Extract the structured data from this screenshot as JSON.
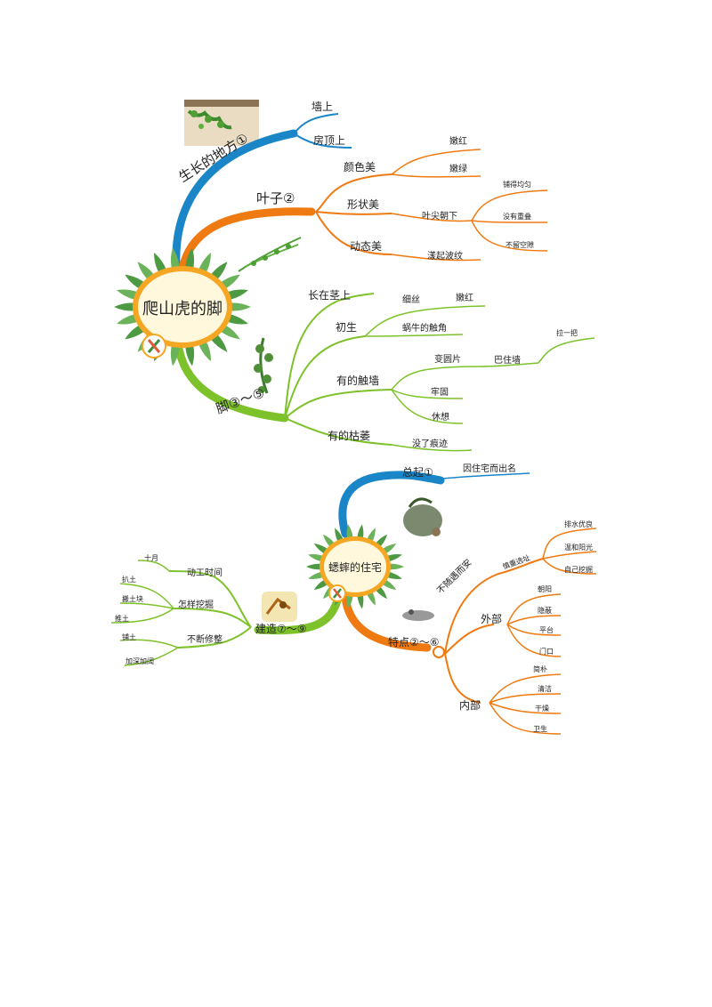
{
  "map1": {
    "center": "爬山虎的脚",
    "branches": {
      "place": {
        "label": "生长的地方①",
        "children": [
          "墙上",
          "房顶上"
        ]
      },
      "leaf": {
        "label": "叶子②",
        "color_beauty": {
          "label": "颜色美",
          "children": [
            "嫩红",
            "嫩绿"
          ]
        },
        "shape_beauty": {
          "label": "形状美",
          "sub": "叶尖朝下",
          "children": [
            "铺得均匀",
            "没有重叠",
            "不留空隙"
          ]
        },
        "motion_beauty": {
          "label": "动态美",
          "children": [
            "漾起波纹"
          ]
        }
      },
      "feet": {
        "label": "脚③～⑤",
        "grow": "长在茎上",
        "newborn": {
          "label": "初生",
          "thin": "细丝",
          "red": "嫩红",
          "antenna": "蜗牛的触角"
        },
        "touch": {
          "label": "有的触墙",
          "curve": "变圆片",
          "hold": "巴住墙",
          "pull": "拉一把",
          "firm": "牢固",
          "shake": "休想"
        },
        "wither": {
          "label": "有的枯萎",
          "trace": "没了痕迹"
        }
      }
    }
  },
  "map2": {
    "center": "蟋蟀的住宅",
    "branches": {
      "summary": {
        "label": "总起①",
        "child": "因住宅而出名"
      },
      "feature": {
        "label": "特点②～⑥",
        "location": {
          "label": "不随遇而安",
          "sub": "慎重选址",
          "children": [
            "排水优良",
            "温和阳光",
            "自己挖掘"
          ]
        },
        "outside": {
          "label": "外部",
          "children": [
            "朝阳",
            "隐蔽",
            "平台",
            "门口"
          ]
        },
        "inside": {
          "label": "内部",
          "children": [
            "简朴",
            "清洁",
            "干燥",
            "卫生"
          ]
        }
      },
      "build": {
        "label": "建造⑦～⑨",
        "time": {
          "label": "动工时间",
          "child": "十月"
        },
        "dig": {
          "label": "怎样挖掘",
          "children": [
            "扒土",
            "搬土块",
            "推土"
          ]
        },
        "repair": {
          "label": "不断修整",
          "children": [
            "铺土",
            "加深加阔"
          ]
        }
      }
    }
  },
  "colors": {
    "blue": "#1a86c8",
    "orange": "#f07a12",
    "green": "#7dc22a",
    "petal": "#5b9f4a",
    "center_fill": "#fff8dc",
    "center_ring": "#f5a623"
  }
}
